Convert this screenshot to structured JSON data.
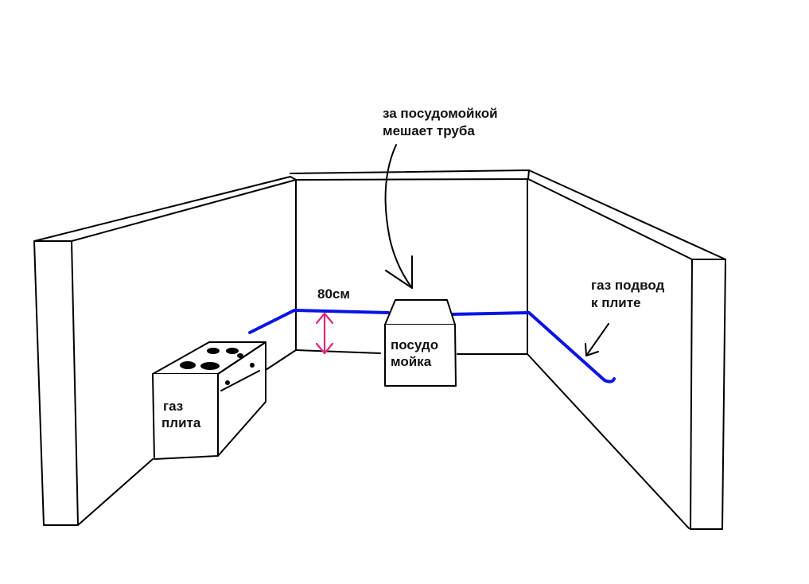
{
  "labels": {
    "annotation_line1": "за посудомойкой",
    "annotation_line2": "мешает труба",
    "measurement": "80см",
    "gas_supply_line1": "газ подвод",
    "gas_supply_line2": "к плите",
    "stove_line1": "газ",
    "stove_line2": "плита",
    "dishwasher_line1": "посудо",
    "dishwasher_line2": "мойка"
  },
  "colors": {
    "ink": "#000000",
    "gas_pipe": "#0a14e6",
    "measurement": "#e0267a",
    "measurement_text": "#e01818"
  }
}
